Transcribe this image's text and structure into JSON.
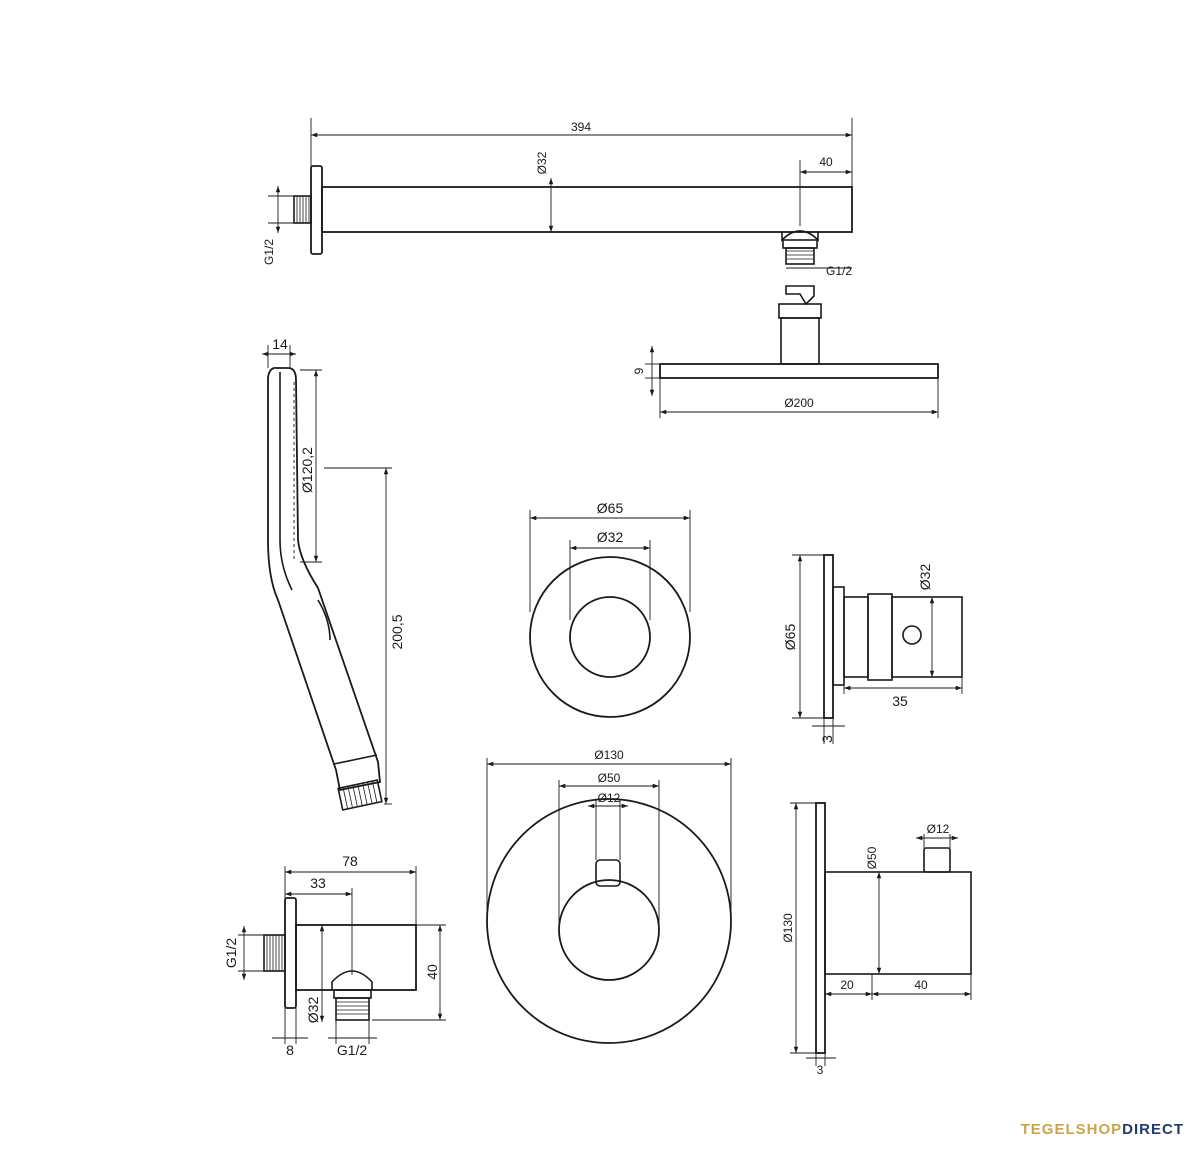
{
  "arm": {
    "length": "394",
    "diameter": "Ø32",
    "outlet_offset": "40",
    "thread_wall": "G1/2",
    "thread_outlet": "G1/2"
  },
  "head": {
    "thickness": "9",
    "diameter": "Ø200"
  },
  "hand_shower": {
    "width": "14",
    "face_diameter": "Ø120,2",
    "length": "200,5"
  },
  "rosette_front": {
    "outer": "Ø65",
    "inner": "Ø32"
  },
  "valve_side": {
    "diameter_plate": "Ø65",
    "body_diameter": "Ø32",
    "depth": "35",
    "plate_thickness": "3"
  },
  "thermostat_front": {
    "outer": "Ø130",
    "body": "Ø50",
    "spindle": "Ø12"
  },
  "thermostat_side": {
    "plate": "Ø130",
    "body": "Ø50",
    "spindle": "Ø12",
    "depth_a": "20",
    "depth_b": "40",
    "plate_thickness": "3"
  },
  "wall_elbow": {
    "length": "78",
    "outlet_offset": "33",
    "thread_wall": "G1/2",
    "height": "40",
    "outlet_diameter": "Ø32",
    "plate_thickness": "8",
    "thread_outlet": "G1/2"
  },
  "brand": {
    "part1": "TEGELSHOP",
    "part2": "DIRECT"
  }
}
